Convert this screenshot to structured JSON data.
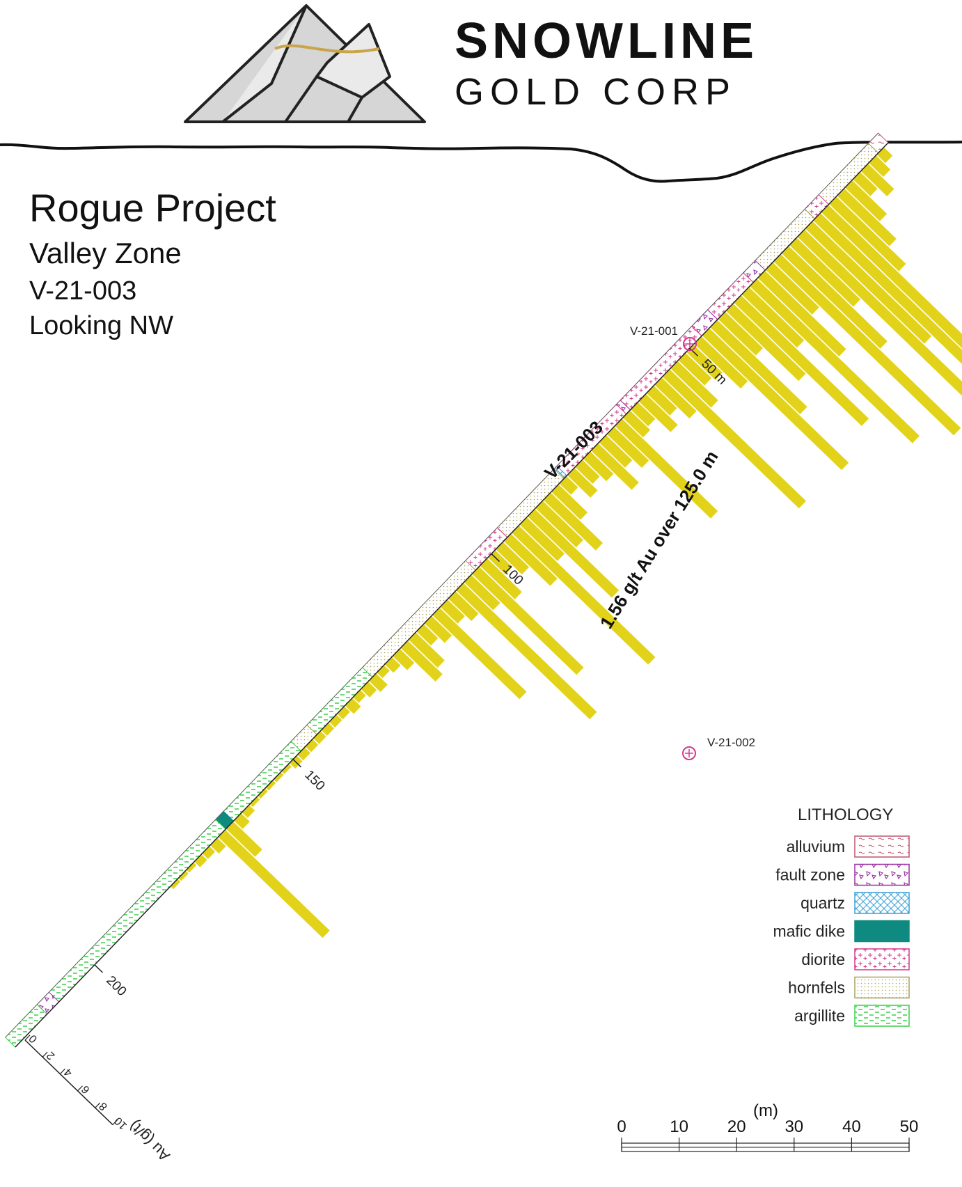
{
  "logo": {
    "line1": "SNOWLINE",
    "line2": "GOLD CORP"
  },
  "title": {
    "project": "Rogue Project",
    "zone": "Valley Zone",
    "hole": "V-21-003",
    "view": "Looking NW"
  },
  "hole_label": "V-21-003",
  "intercept_label": "1.56 g/t Au over 125.0 m",
  "nearby_holes": [
    {
      "label": "V-21-001"
    },
    {
      "label": "V-21-002"
    }
  ],
  "depth_ticks": [
    {
      "depth": 50,
      "label": "50 m"
    },
    {
      "depth": 100,
      "label": "100"
    },
    {
      "depth": 150,
      "label": "150"
    },
    {
      "depth": 200,
      "label": "200"
    }
  ],
  "au_axis": {
    "title": "Au (g/t)",
    "ticks": [
      "0",
      "2",
      "4",
      "6",
      "8",
      "10"
    ]
  },
  "scale_bar": {
    "unit_label": "(m)",
    "ticks": [
      "0",
      "10",
      "20",
      "30",
      "40",
      "50"
    ]
  },
  "legend": {
    "title": "LITHOLOGY",
    "items": [
      {
        "name": "alluvium",
        "color": "#c0546e"
      },
      {
        "name": "fault zone",
        "color": "#9b2fa3"
      },
      {
        "name": "quartz",
        "color": "#3aa0d8"
      },
      {
        "name": "mafic dike",
        "color": "#0f8a80"
      },
      {
        "name": "diorite",
        "color": "#d4388e"
      },
      {
        "name": "hornfels",
        "color": "#a9a05a"
      },
      {
        "name": "argillite",
        "color": "#3ccf4a"
      }
    ]
  },
  "lithology_log": [
    {
      "from": 0,
      "to": 2.5,
      "unit": "alluvium"
    },
    {
      "from": 2.5,
      "to": 15,
      "unit": "hornfels"
    },
    {
      "from": 15,
      "to": 18.5,
      "unit": "diorite"
    },
    {
      "from": 18.5,
      "to": 31,
      "unit": "hornfels"
    },
    {
      "from": 31,
      "to": 34,
      "unit": "fault zone"
    },
    {
      "from": 34,
      "to": 43,
      "unit": "diorite"
    },
    {
      "from": 43,
      "to": 47,
      "unit": "fault zone"
    },
    {
      "from": 47,
      "to": 65,
      "unit": "diorite"
    },
    {
      "from": 65,
      "to": 66,
      "unit": "fault zone"
    },
    {
      "from": 66,
      "to": 81,
      "unit": "diorite"
    },
    {
      "from": 81,
      "to": 81.7,
      "unit": "quartz"
    },
    {
      "from": 81.7,
      "to": 96,
      "unit": "hornfels"
    },
    {
      "from": 96,
      "to": 104,
      "unit": "diorite"
    },
    {
      "from": 104,
      "to": 130,
      "unit": "hornfels"
    },
    {
      "from": 130,
      "to": 144,
      "unit": "argillite"
    },
    {
      "from": 144,
      "to": 148,
      "unit": "hornfels"
    },
    {
      "from": 148,
      "to": 165,
      "unit": "argillite"
    },
    {
      "from": 165,
      "to": 167,
      "unit": "mafic dike"
    },
    {
      "from": 167,
      "to": 209,
      "unit": "argillite"
    },
    {
      "from": 209,
      "to": 212,
      "unit": "fault zone"
    },
    {
      "from": 212,
      "to": 220,
      "unit": "argillite"
    }
  ],
  "assays": [
    {
      "depth": 2,
      "au": 0.3
    },
    {
      "depth": 4,
      "au": 0.5
    },
    {
      "depth": 6,
      "au": 0.9
    },
    {
      "depth": 8,
      "au": 0.6
    },
    {
      "depth": 10,
      "au": 1.2
    },
    {
      "depth": 12,
      "au": 1.8
    },
    {
      "depth": 14,
      "au": 2.4
    },
    {
      "depth": 16,
      "au": 5.2
    },
    {
      "depth": 18,
      "au": 7.2
    },
    {
      "depth": 20,
      "au": 4.1
    },
    {
      "depth": 22,
      "au": 8.3
    },
    {
      "depth": 24,
      "au": 2.2
    },
    {
      "depth": 26,
      "au": 3.4
    },
    {
      "depth": 28,
      "au": 6.2
    },
    {
      "depth": 30,
      "au": 1.6
    },
    {
      "depth": 32,
      "au": 2.8
    },
    {
      "depth": 34,
      "au": 5.6
    },
    {
      "depth": 36,
      "au": 1.9
    },
    {
      "depth": 38,
      "au": 4.4
    },
    {
      "depth": 40,
      "au": 2.5
    },
    {
      "depth": 42,
      "au": 1.3
    },
    {
      "depth": 44,
      "au": 3.1
    },
    {
      "depth": 46,
      "au": 4.8
    },
    {
      "depth": 48,
      "au": 1.6
    },
    {
      "depth": 50,
      "au": 1.0
    },
    {
      "depth": 52,
      "au": 0.9
    },
    {
      "depth": 54,
      "au": 1.4
    },
    {
      "depth": 56,
      "au": 4.7
    },
    {
      "depth": 58,
      "au": 1.2
    },
    {
      "depth": 60,
      "au": 0.8
    },
    {
      "depth": 62,
      "au": 1.1
    },
    {
      "depth": 64,
      "au": 0.6
    },
    {
      "depth": 66,
      "au": 0.7
    },
    {
      "depth": 68,
      "au": 3.3
    },
    {
      "depth": 70,
      "au": 1.2
    },
    {
      "depth": 72,
      "au": 0.9
    },
    {
      "depth": 74,
      "au": 1.4
    },
    {
      "depth": 76,
      "au": 0.8
    },
    {
      "depth": 78,
      "au": 0.6
    },
    {
      "depth": 80,
      "au": 0.8
    },
    {
      "depth": 82,
      "au": 0.4
    },
    {
      "depth": 84,
      "au": 1.0
    },
    {
      "depth": 86,
      "au": 1.8
    },
    {
      "depth": 88,
      "au": 1.4
    },
    {
      "depth": 90,
      "au": 2.9
    },
    {
      "depth": 92,
      "au": 1.3
    },
    {
      "depth": 94,
      "au": 4.7
    },
    {
      "depth": 96,
      "au": 1.6
    },
    {
      "depth": 98,
      "au": 0.9
    },
    {
      "depth": 100,
      "au": 0.6
    },
    {
      "depth": 102,
      "au": 1.2
    },
    {
      "depth": 104,
      "au": 3.6
    },
    {
      "depth": 106,
      "au": 1.0
    },
    {
      "depth": 108,
      "au": 4.6
    },
    {
      "depth": 110,
      "au": 0.8
    },
    {
      "depth": 112,
      "au": 0.6
    },
    {
      "depth": 114,
      "au": 3.0
    },
    {
      "depth": 116,
      "au": 0.7
    },
    {
      "depth": 118,
      "au": 0.5
    },
    {
      "depth": 120,
      "au": 1.0
    },
    {
      "depth": 122,
      "au": 1.2
    },
    {
      "depth": 124,
      "au": 0.5
    },
    {
      "depth": 126,
      "au": 0.3
    },
    {
      "depth": 128,
      "au": 0.2
    },
    {
      "depth": 130,
      "au": 0.4
    },
    {
      "depth": 132,
      "au": 0.3
    },
    {
      "depth": 134,
      "au": 0.2
    },
    {
      "depth": 136,
      "au": 0.3
    },
    {
      "depth": 138,
      "au": 0.2
    },
    {
      "depth": 140,
      "au": 0.2
    },
    {
      "depth": 142,
      "au": 0.2
    },
    {
      "depth": 144,
      "au": 0.2
    },
    {
      "depth": 146,
      "au": 0.2
    },
    {
      "depth": 148,
      "au": 0.2
    },
    {
      "depth": 150,
      "au": 0.2
    },
    {
      "depth": 152,
      "au": 0.1
    },
    {
      "depth": 154,
      "au": 0.1
    },
    {
      "depth": 156,
      "au": 0.1
    },
    {
      "depth": 158,
      "au": 0.1
    },
    {
      "depth": 160,
      "au": 0.1
    },
    {
      "depth": 162,
      "au": 0.2
    },
    {
      "depth": 164,
      "au": 0.3
    },
    {
      "depth": 166,
      "au": 1.0
    },
    {
      "depth": 168,
      "au": 3.6
    },
    {
      "depth": 170,
      "au": 0.3
    },
    {
      "depth": 172,
      "au": 0.2
    },
    {
      "depth": 174,
      "au": 0.2
    },
    {
      "depth": 176,
      "au": 0.1
    },
    {
      "depth": 178,
      "au": 0.1
    },
    {
      "depth": 180,
      "au": 0.1
    }
  ]
}
